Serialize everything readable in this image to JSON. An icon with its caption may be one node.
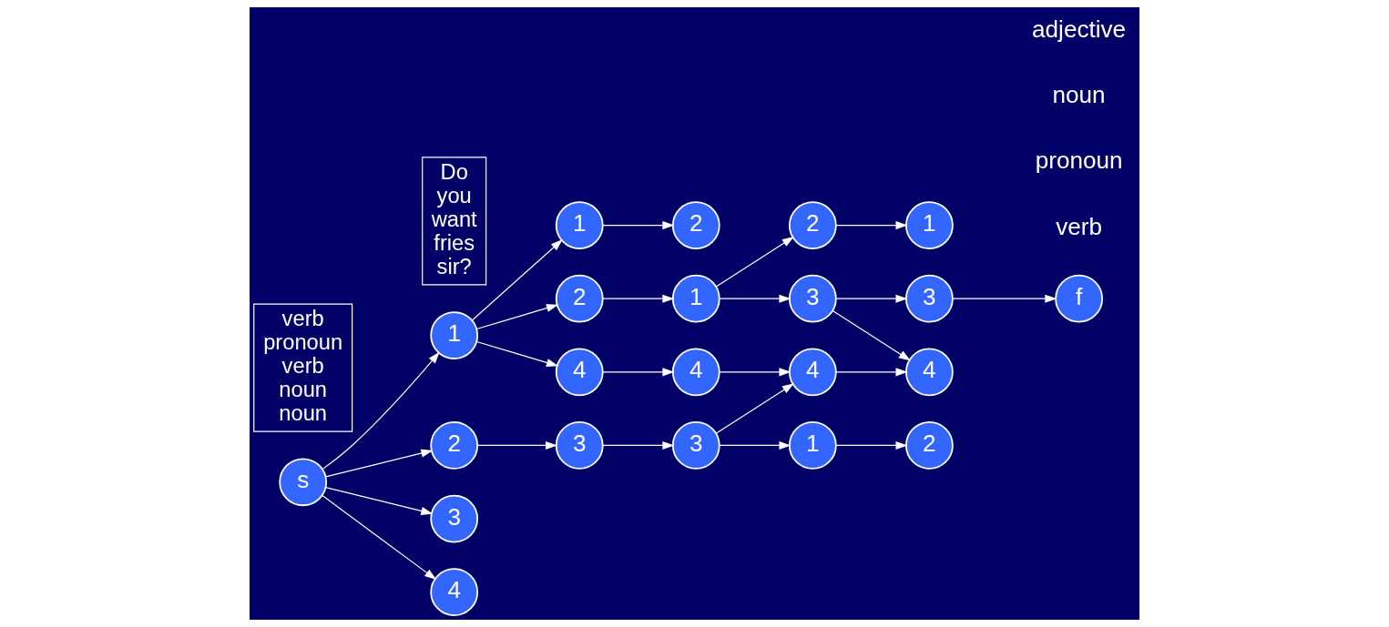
{
  "diagram": {
    "nodes": [
      {
        "text": [
          "s"
        ]
      },
      {
        "text": [
          "1"
        ]
      },
      {
        "text": [
          "2"
        ]
      },
      {
        "text": [
          "3"
        ]
      },
      {
        "text": [
          "4"
        ]
      },
      {
        "text": [
          "1"
        ]
      },
      {
        "text": [
          "2"
        ]
      },
      {
        "text": [
          "3"
        ]
      },
      {
        "text": [
          "4"
        ]
      },
      {
        "text": [
          "1"
        ]
      },
      {
        "text": [
          "2"
        ]
      },
      {
        "text": [
          "3"
        ]
      },
      {
        "text": [
          "4"
        ]
      },
      {
        "text": [
          "1"
        ]
      },
      {
        "text": [
          "2"
        ]
      },
      {
        "text": [
          "3"
        ]
      },
      {
        "text": [
          "4"
        ]
      },
      {
        "text": [
          "1"
        ]
      },
      {
        "text": [
          "2"
        ]
      },
      {
        "text": [
          "3"
        ]
      },
      {
        "text": [
          "4"
        ]
      },
      {
        "text": [
          "f"
        ]
      },
      {
        "text": [
          "verb",
          "pronoun",
          "verb",
          "noun",
          "noun"
        ]
      },
      {
        "text": [
          "Do",
          "you",
          "want",
          "fries",
          "sir?"
        ]
      }
    ],
    "edges": [
      {
        "from": 0,
        "to": 1,
        "arrow": "to"
      },
      {
        "from": 0,
        "to": 2,
        "arrow": "to"
      },
      {
        "from": 0,
        "to": 3,
        "arrow": "to"
      },
      {
        "from": 0,
        "to": 4,
        "arrow": "to"
      },
      {
        "from": 1,
        "to": 5,
        "arrow": "to"
      },
      {
        "from": 1,
        "to": 6,
        "arrow": "to"
      },
      {
        "from": 1,
        "to": 8,
        "arrow": "to"
      },
      {
        "from": 2,
        "to": 7,
        "arrow": "to"
      },
      {
        "from": 5,
        "to": 10,
        "arrow": "to"
      },
      {
        "from": 6,
        "to": 9,
        "arrow": "to"
      },
      {
        "from": 7,
        "to": 11,
        "arrow": "to"
      },
      {
        "from": 8,
        "to": 12,
        "arrow": "to"
      },
      {
        "from": 9,
        "to": 14,
        "arrow": "to"
      },
      {
        "from": 9,
        "to": 15,
        "arrow": "to"
      },
      {
        "from": 11,
        "to": 13,
        "arrow": "to"
      },
      {
        "from": 11,
        "to": 16,
        "arrow": "to"
      },
      {
        "from": 12,
        "to": 16,
        "arrow": "to"
      },
      {
        "from": 13,
        "to": 18,
        "arrow": "to"
      },
      {
        "from": 14,
        "to": 17,
        "arrow": "to"
      },
      {
        "from": 15,
        "to": 19,
        "arrow": "to"
      },
      {
        "from": 15,
        "to": 20,
        "arrow": "to"
      },
      {
        "from": 16,
        "to": 20,
        "arrow": "to"
      },
      {
        "from": 19,
        "to": 21,
        "arrow": "to"
      }
    ],
    "labels": [
      "verb",
      "pronoun",
      "noun",
      "adjective"
    ]
  }
}
